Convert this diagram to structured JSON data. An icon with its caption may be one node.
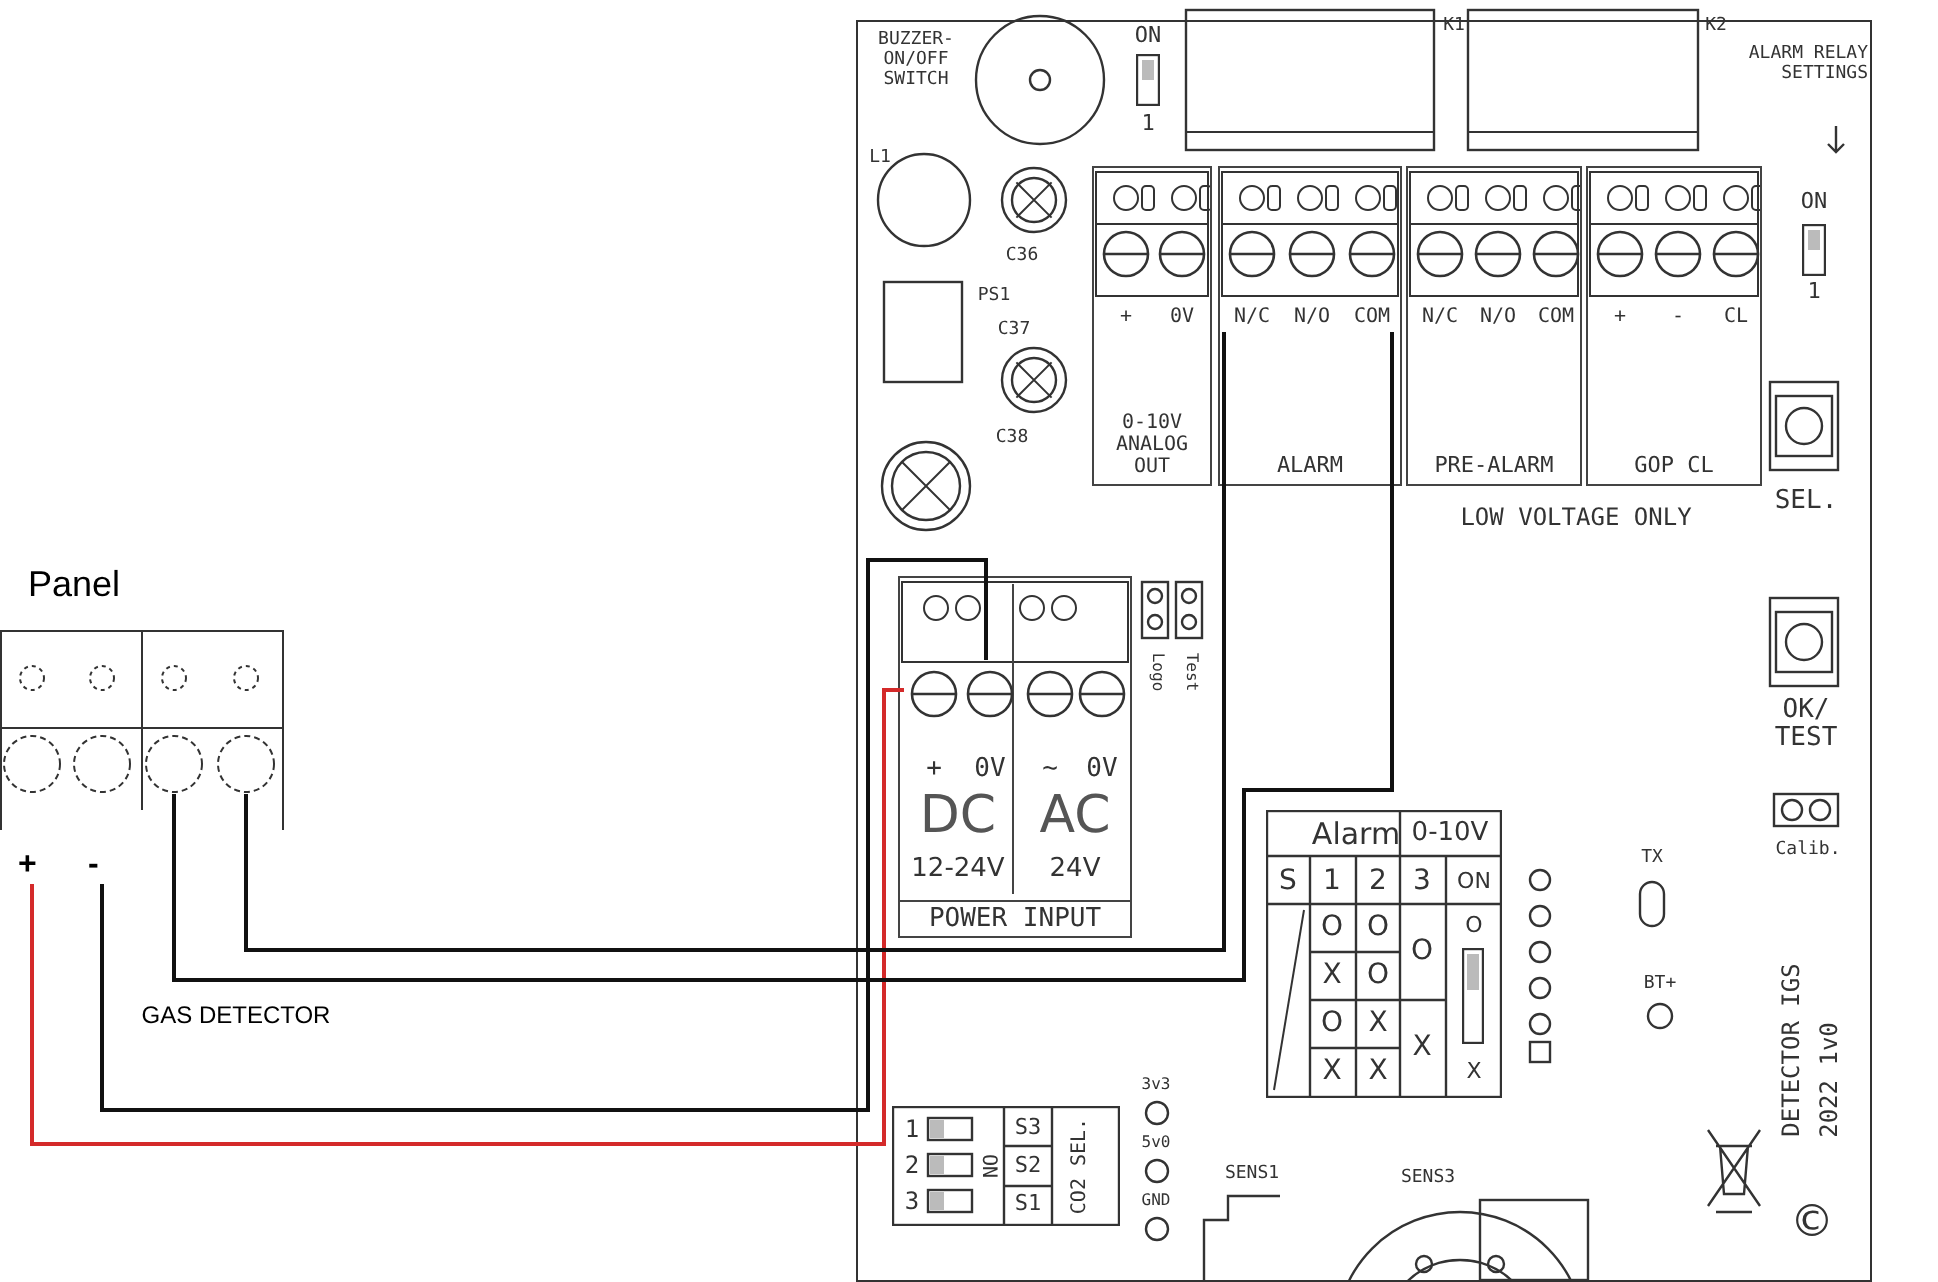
{
  "diagram": {
    "nodes": [
      {
        "text": [
          "Panel"
        ]
      },
      {
        "text": [
          "+"
        ],
        "in": 0
      },
      {
        "text": [
          "-"
        ],
        "in": 0
      },
      {
        "text": [],
        "shape": "circle",
        "in": 0
      },
      {
        "text": [],
        "shape": "circle",
        "in": 0
      },
      {
        "text": [],
        "shape": "box"
      },
      {
        "text": [
          "0-10V ANALOG OUT"
        ],
        "in": 5
      },
      {
        "text": [
          "+"
        ],
        "in": 6
      },
      {
        "text": [
          "0V"
        ],
        "in": 6
      },
      {
        "text": [
          "ALARM"
        ],
        "in": 5
      },
      {
        "text": [
          "N/C"
        ],
        "in": 9
      },
      {
        "text": [
          "N/O"
        ],
        "in": 9
      },
      {
        "text": [
          "COM"
        ],
        "in": 9
      },
      {
        "text": [
          "PRE-ALARM"
        ],
        "in": 5
      },
      {
        "text": [
          "N/C"
        ],
        "in": 13
      },
      {
        "text": [
          "N/O"
        ],
        "in": 13
      },
      {
        "text": [
          "COM"
        ],
        "in": 13
      },
      {
        "text": [
          "GOP CL"
        ],
        "in": 5
      },
      {
        "text": [
          "+"
        ],
        "in": 17
      },
      {
        "text": [
          "-"
        ],
        "in": 17
      },
      {
        "text": [
          "CL"
        ],
        "in": 17
      },
      {
        "text": [
          "POWER INPUT"
        ],
        "in": 5
      },
      {
        "text": [
          "DC",
          "12-24V"
        ],
        "in": 21
      },
      {
        "text": [
          "+"
        ],
        "in": 22
      },
      {
        "text": [
          "0V"
        ],
        "in": 22
      },
      {
        "text": [
          "AC",
          "24V"
        ],
        "in": 21
      },
      {
        "text": [
          "~"
        ],
        "in": 25
      },
      {
        "text": [
          "0V"
        ],
        "in": 25
      }
    ],
    "edges": [
      {
        "from": 1,
        "to": 23,
        "arrow": "none",
        "color": "#d42a2a"
      },
      {
        "from": 2,
        "to": 24,
        "arrow": "none"
      },
      {
        "from": 3,
        "to": 12,
        "arrow": "none"
      },
      {
        "from": 4,
        "to": 10,
        "arrow": "none"
      }
    ],
    "labels": [
      "BUZZER- ON/OFF SWITCH",
      "ON",
      "1",
      "K1",
      "K2",
      "ALARM RELAY SETTINGS",
      "L1",
      "ON",
      "1",
      "C36",
      "PS1",
      "C37",
      "C38",
      "LOW VOLTAGE ONLY",
      "SEL.",
      "Logo",
      "Test",
      "OK/ TEST",
      "Calib.",
      "Alarm",
      "0-10V",
      "S",
      "1",
      "2",
      "3",
      "ON",
      "O",
      "O",
      "O",
      "O",
      "X",
      "O",
      "O",
      "X",
      "X",
      "X",
      "X",
      "X",
      "TX",
      "BT+",
      "GAS DETECTOR",
      "3v3",
      "5v0",
      "GND",
      "1",
      "2",
      "3",
      "ON",
      "S3",
      "S2",
      "S1",
      "CO2 SEL.",
      "SENS1",
      "SENS3",
      "©",
      "DETECTOR IGS",
      "2022 1v0"
    ]
  }
}
